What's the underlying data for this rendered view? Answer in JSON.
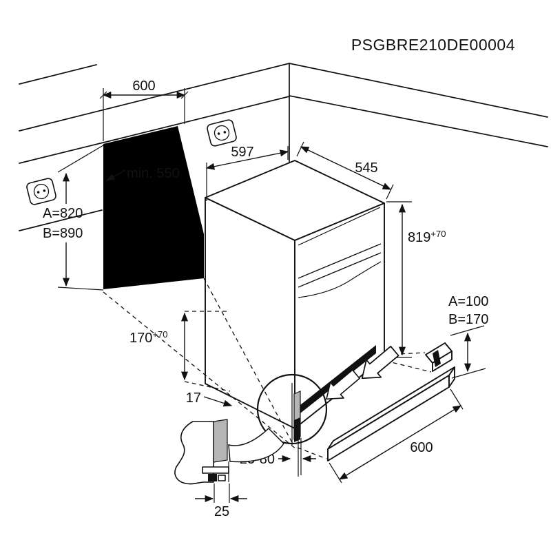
{
  "header": {
    "drawing_code": "PSGBRE210DE00004"
  },
  "dimensions": {
    "niche_width": "600",
    "niche_min_depth": "min. 550",
    "appliance_width": "597",
    "appliance_depth": "545",
    "appliance_height_value": "819",
    "appliance_height_tolerance": "+70",
    "niche_height_a": "A=820",
    "niche_height_b": "B=890",
    "plinth_recess_value": "170",
    "plinth_recess_tolerance": "+70",
    "door_clearance": "17",
    "plinth_cutout_a": "A=100",
    "plinth_cutout_b": "B=170",
    "plinth_setback_range": "25-80",
    "plinth_length": "600",
    "plinth_panel_thickness": "25"
  },
  "colors": {
    "line": "#111111",
    "niche_fill": "#000000",
    "panel_gray": "#b5b5b5"
  }
}
